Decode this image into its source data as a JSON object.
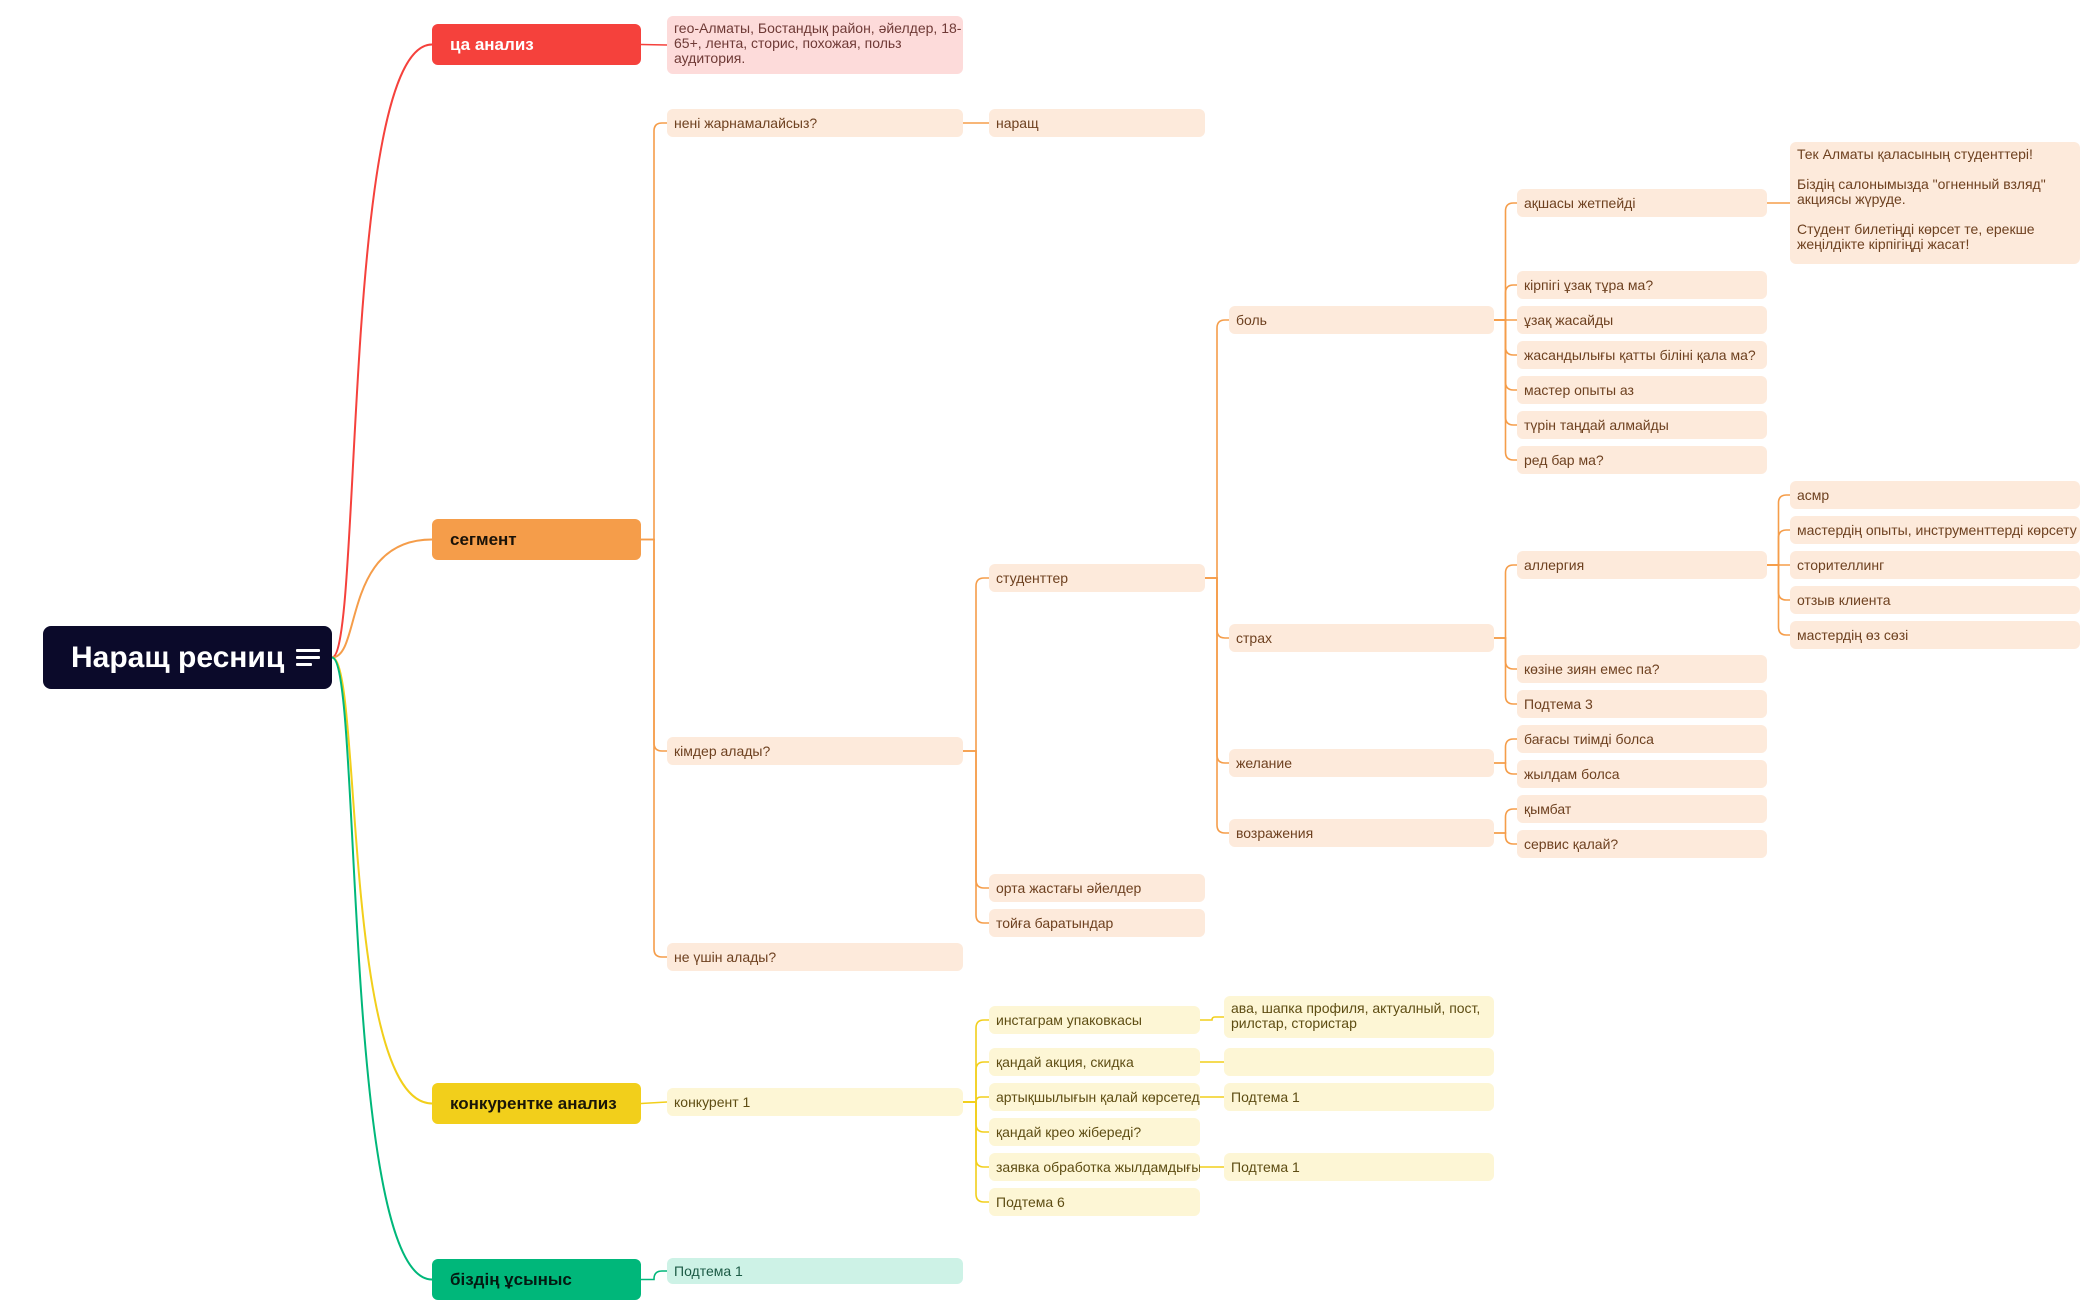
{
  "root": {
    "label": "Наращ ресниц",
    "icon": "menu-lines-icon"
  },
  "colors": {
    "red": "#f5413c",
    "orange": "#f59d4a",
    "yellow": "#f2cf1b",
    "green": "#00b77a",
    "root_bg": "#0b0a2a"
  },
  "branches": [
    {
      "label": "ца анализ",
      "color": "#f5413c",
      "children": [
        {
          "text": "гео-Алматы, Бостандық район, әйелдер, 18-65+, лента, сторис, похожая, польз аудитория."
        }
      ]
    },
    {
      "label": "сегмент",
      "color": "#f59d4a",
      "children": [
        {
          "text": "нені жарнамалайсыз?",
          "children": [
            {
              "text": "наращ"
            }
          ]
        },
        {
          "text": "кімдер алады?",
          "children": [
            {
              "text": "студенттер",
              "children": [
                {
                  "text": "боль",
                  "children": [
                    {
                      "text": "ақшасы жетпейді",
                      "children": [
                        {
                          "text": "Тек Алматы қаласының студенттері!\n\nБіздің салонымызда \"огненный взляд\" акциясы жүруде.\n\nСтудент билетіңді көрсет те, ерекше жеңілдікте кірпігіңді жасат!"
                        }
                      ]
                    },
                    {
                      "text": "кірпігі ұзақ тұра ма?"
                    },
                    {
                      "text": "ұзақ жасайды"
                    },
                    {
                      "text": "жасандылығы қатты біліні қала ма?"
                    },
                    {
                      "text": "мастер опыты аз"
                    },
                    {
                      "text": "түрін таңдай алмайды"
                    },
                    {
                      "text": "ред бар ма?"
                    }
                  ]
                },
                {
                  "text": "страх",
                  "children": [
                    {
                      "text": "аллергия",
                      "children": [
                        {
                          "text": "асмр"
                        },
                        {
                          "text": "мастердің опыты, инструменттерді көрсету"
                        },
                        {
                          "text": "сторителлинг"
                        },
                        {
                          "text": "отзыв клиента"
                        },
                        {
                          "text": "мастердің өз сөзі"
                        }
                      ]
                    },
                    {
                      "text": "көзіне зиян емес па?"
                    },
                    {
                      "text": "Подтема 3"
                    }
                  ]
                },
                {
                  "text": "желание",
                  "children": [
                    {
                      "text": "бағасы тиімді болса"
                    },
                    {
                      "text": "жылдам болса"
                    }
                  ]
                },
                {
                  "text": "возражения",
                  "children": [
                    {
                      "text": "қымбат"
                    },
                    {
                      "text": "сервис қалай?"
                    }
                  ]
                }
              ]
            },
            {
              "text": "орта жастағы әйелдер"
            },
            {
              "text": "тойға баратындар"
            }
          ]
        },
        {
          "text": "не үшін алады?"
        }
      ]
    },
    {
      "label": "конкурентке анализ",
      "color": "#f2cf1b",
      "children": [
        {
          "text": "конкурент 1",
          "children": [
            {
              "text": "инстаграм упаковкасы",
              "children": [
                {
                  "text": "ава, шапка профиля, актуалный, пост, рилстар, стористар"
                }
              ]
            },
            {
              "text": "қандай акция, скидка",
              "children": [
                {
                  "text": ""
                }
              ]
            },
            {
              "text": "артықшылығын қалай көрсетеді",
              "children": [
                {
                  "text": "Подтема 1"
                }
              ]
            },
            {
              "text": "қандай крео жібереді?"
            },
            {
              "text": "заявка обработка жылдамдығы",
              "children": [
                {
                  "text": "Подтема 1"
                }
              ]
            },
            {
              "text": "Подтема 6"
            }
          ]
        }
      ]
    },
    {
      "label": "біздің ұсыныс",
      "color": "#00b77a",
      "children": [
        {
          "text": "Подтема 1"
        }
      ]
    }
  ]
}
